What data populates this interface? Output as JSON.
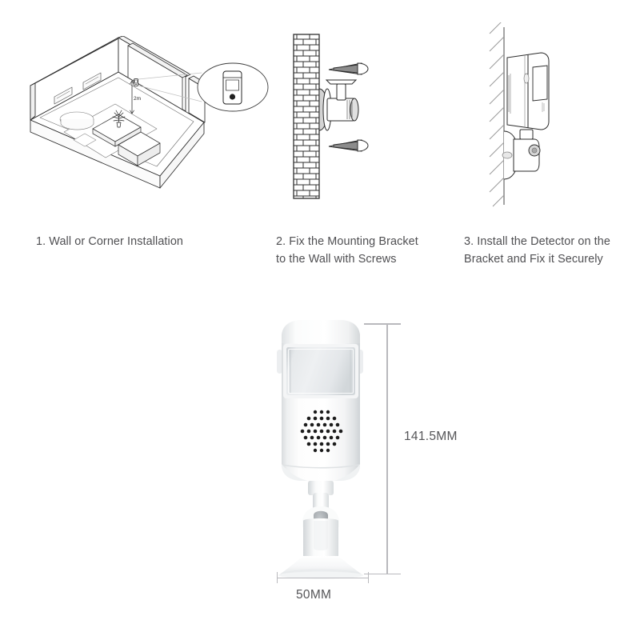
{
  "document": {
    "type": "product-installation-guide",
    "background_color": "#ffffff",
    "text_color": "#4f4f52",
    "line_color": "#b9b9bd"
  },
  "steps": [
    {
      "number": "1",
      "caption": "1. Wall or Corner Installation",
      "illustration": "room-corner-installation",
      "annotations": {
        "mounting_height": "2m"
      },
      "scene_elements": [
        "room-floor",
        "back-wall",
        "side-wall",
        "corner-wall-panel",
        "wall-picture-frame-left",
        "wall-picture-frame-right",
        "rug",
        "coffee-table",
        "potted-plant",
        "sofa",
        "armchair",
        "detector-on-corner-wall",
        "magnifier-ellipse"
      ]
    },
    {
      "number": "2",
      "caption": "2. Fix the Mounting Bracket to the Wall with Screws",
      "illustration": "brick-wall-bracket-screws",
      "scene_elements": [
        "brick-wall",
        "mounting-bracket",
        "screw-upper",
        "screw-lower"
      ]
    },
    {
      "number": "3",
      "caption": "3. Install the Detector on the Bracket and Fix it Securely",
      "illustration": "detector-mounted-on-wall",
      "scene_elements": [
        "hatched-wall",
        "wall-edge-line",
        "detector-body",
        "mounting-bracket",
        "ball-joint"
      ]
    }
  ],
  "product": {
    "name": "pir-motion-detector",
    "body_color": "#ffffff",
    "lens_color": "#e3e6e8",
    "grille_dot_color": "#1c1c1c",
    "parts": [
      "top-cap",
      "pir-lens-window",
      "side-vent-left",
      "side-vent-right",
      "speaker-grille",
      "body-seam",
      "neck-stem",
      "ball-joint",
      "mount-collar",
      "base-plate"
    ],
    "speaker_grille": {
      "shape": "circular-dot-array",
      "rows": 7,
      "dot_count": 37
    }
  },
  "dimensions": {
    "height": {
      "label": "141.5MM",
      "orientation": "vertical",
      "value": 141.5,
      "unit": "MM"
    },
    "width": {
      "label": "50MM",
      "orientation": "horizontal",
      "value": 50,
      "unit": "MM"
    }
  }
}
